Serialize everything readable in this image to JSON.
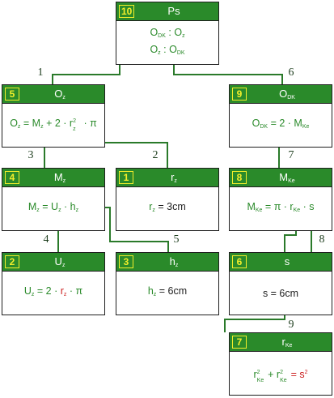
{
  "colors": {
    "header": "#2a8a2a",
    "number": "#f2ee2a",
    "wire": "#2a7a2a",
    "known": "#cc2222"
  },
  "nodes": {
    "n10": {
      "num": "10",
      "title": "Ps",
      "l1a": "O",
      "l1b": "DK",
      "l1c": " : O",
      "l1d": "z",
      "l2a": "O",
      "l2b": "z",
      "l2c": " : O",
      "l2d": "DK"
    },
    "n5": {
      "num": "5",
      "title_main": "O",
      "title_sub": "z",
      "f": {
        "a": "O",
        "b": "z",
        "c": " = M",
        "d": "z",
        "e": " + 2 · r",
        "sup": "2",
        "sub": "z",
        "g": " · π"
      }
    },
    "n9": {
      "num": "9",
      "title_main": "O",
      "title_sub": "DK",
      "f": {
        "a": "O",
        "b": "DK",
        "c": " = 2 · M",
        "d": "Ke"
      }
    },
    "n4": {
      "num": "4",
      "title_main": "M",
      "title_sub": "z",
      "f": {
        "a": "M",
        "b": "z",
        "c": " = U",
        "d": "z",
        "e": " · h",
        "g": "z"
      }
    },
    "n1": {
      "num": "1",
      "title_main": "r",
      "title_sub": "z",
      "f": {
        "a": "r",
        "b": "z",
        "c": " = 3cm"
      }
    },
    "n8": {
      "num": "8",
      "title_main": "M",
      "title_sub": "Ke",
      "f": {
        "a": "M",
        "b": "Ke",
        "c": " = π · r",
        "d": "Ke",
        "e": " · s"
      }
    },
    "n2": {
      "num": "2",
      "title_main": "U",
      "title_sub": "z",
      "f": {
        "a": "U",
        "b": "z",
        "c": " = 2 · ",
        "d": "r",
        "e": "z",
        "g": " · π"
      }
    },
    "n3": {
      "num": "3",
      "title_main": "h",
      "title_sub": "z",
      "f": {
        "a": "h",
        "b": "z",
        "c": " = 6cm"
      }
    },
    "n6": {
      "num": "6",
      "title": "s",
      "f": {
        "a": "s = 6cm"
      }
    },
    "n7": {
      "num": "7",
      "title_main": "r",
      "title_sub": "Ke",
      "f": {
        "a": "r",
        "sup1": "2",
        "sub1": "Ke",
        "b": " + r",
        "sup2": "2",
        "sub2": "Ke",
        "c": " = s",
        "sup3": "2"
      }
    }
  },
  "edges": [
    "1",
    "6",
    "3",
    "2",
    "7",
    "4",
    "5",
    "8",
    "9"
  ]
}
